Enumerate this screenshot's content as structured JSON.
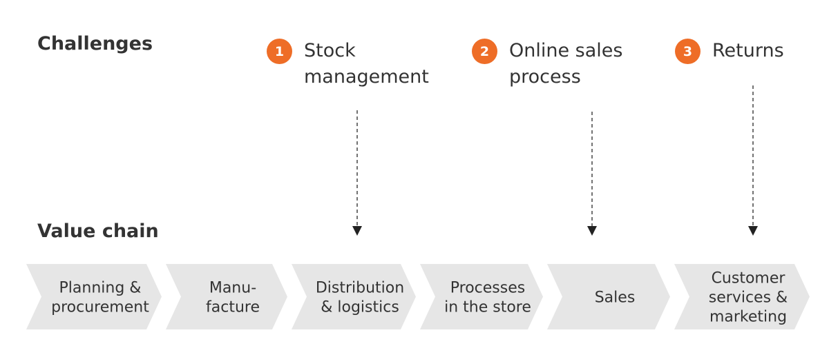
{
  "headings": {
    "challenges": "Challenges",
    "value_chain": "Value chain"
  },
  "colors": {
    "accent_orange": "#ee6d27",
    "chevron_fill": "#e6e6e6",
    "text": "#333333",
    "arrow": "#444444"
  },
  "challenges": [
    {
      "number": "1",
      "label": "Stock\nmanagement",
      "target_step": 2
    },
    {
      "number": "2",
      "label": "Online sales\nprocess",
      "target_step": 4
    },
    {
      "number": "3",
      "label": "Returns",
      "target_step": 5
    }
  ],
  "value_chain": [
    {
      "lines": [
        "Planning &",
        "procurement"
      ]
    },
    {
      "lines": [
        "Manu-",
        "facture"
      ]
    },
    {
      "lines": [
        "Distribution",
        "& logistics"
      ]
    },
    {
      "lines": [
        "Processes",
        "in the store"
      ]
    },
    {
      "lines": [
        "Sales"
      ]
    },
    {
      "lines": [
        "Customer",
        "services &",
        "marketing"
      ]
    }
  ]
}
